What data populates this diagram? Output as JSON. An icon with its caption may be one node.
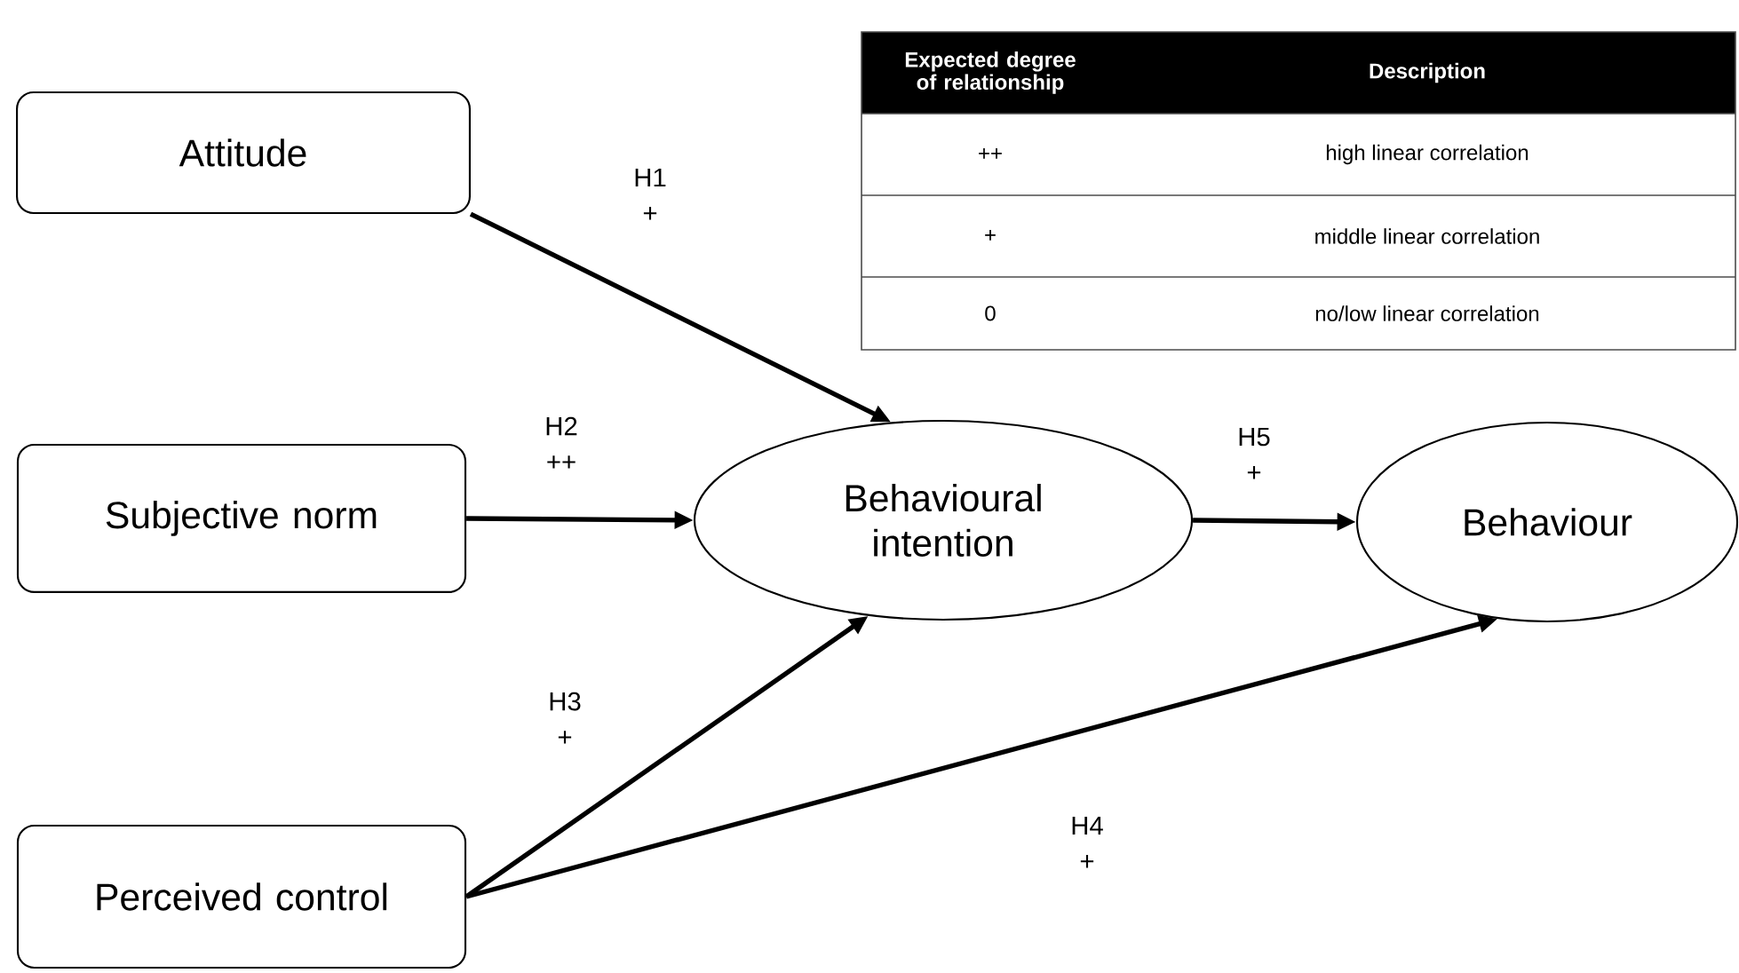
{
  "diagram": {
    "nodes": [
      {
        "text": [
          "Attitude"
        ]
      },
      {
        "text": [
          "Subjective norm"
        ]
      },
      {
        "text": [
          "Perceived control"
        ]
      },
      {
        "text": [
          "Behavioural intention"
        ]
      },
      {
        "text": [
          "Behaviour"
        ]
      }
    ],
    "edges": [
      {
        "from": 0,
        "to": 3,
        "arrow": "to",
        "label": "H1 +"
      },
      {
        "from": 1,
        "to": 3,
        "arrow": "to",
        "label": "H2 ++"
      },
      {
        "from": 2,
        "to": 3,
        "arrow": "to",
        "label": "H3 +"
      },
      {
        "from": 2,
        "to": 4,
        "arrow": "to",
        "label": "H4 +"
      },
      {
        "from": 3,
        "to": 4,
        "arrow": "to",
        "label": "H5 +"
      }
    ],
    "labels": [
      "Expected degree of relationship",
      "Description",
      "++",
      "high linear correlation",
      "+",
      "middle linear correlation",
      "0",
      "no/low linear correlation"
    ]
  }
}
